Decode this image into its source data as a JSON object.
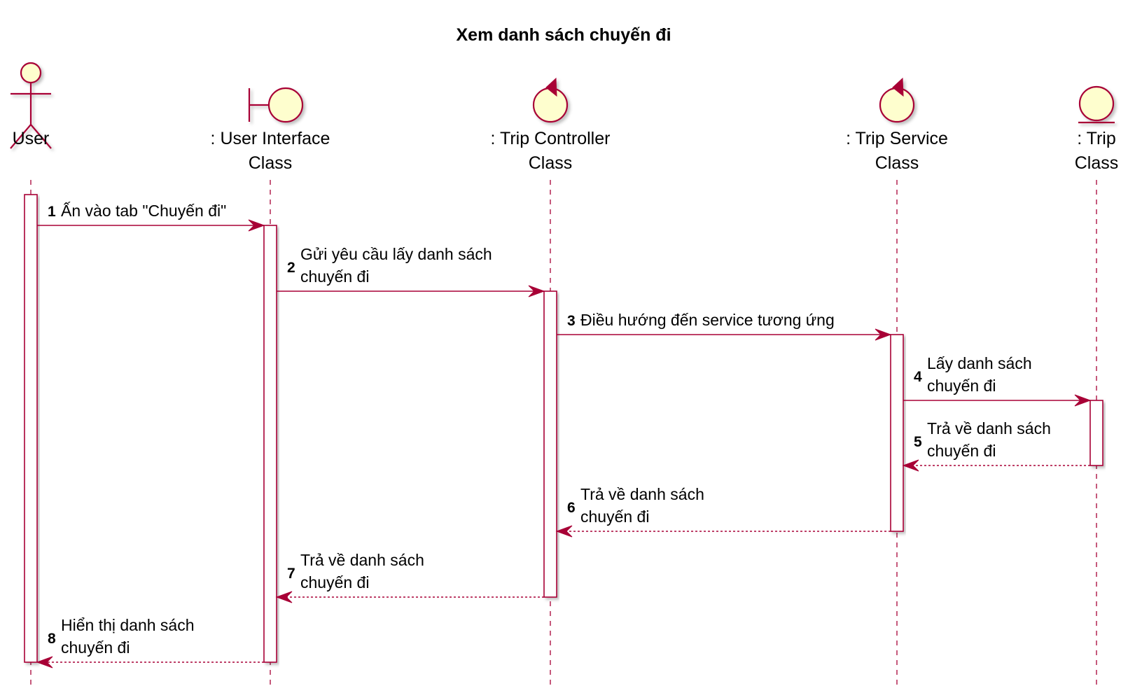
{
  "diagram": {
    "title": "Xem danh sách chuyến đi",
    "colors": {
      "line": "#A80036",
      "fill": "#FEFECE",
      "activation_fill": "#FFFFFF",
      "text": "#000000"
    },
    "participants": [
      {
        "id": "user",
        "kind": "actor-icon",
        "name_lines": [
          "User"
        ]
      },
      {
        "id": "ui",
        "kind": "boundary-icon",
        "name_lines": [
          ": User Interface",
          "Class"
        ]
      },
      {
        "id": "ctrl",
        "kind": "control-icon",
        "name_lines": [
          ": Trip Controller",
          "Class"
        ]
      },
      {
        "id": "svc",
        "kind": "control-icon",
        "name_lines": [
          ": Trip Service",
          "Class"
        ]
      },
      {
        "id": "trip",
        "kind": "entity-icon",
        "name_lines": [
          ": Trip",
          "Class"
        ]
      }
    ],
    "messages": [
      {
        "num": "1",
        "from": "user",
        "to": "ui",
        "style": "sync",
        "text_lines": [
          "Ấn vào tab \"Chuyến đi\""
        ]
      },
      {
        "num": "2",
        "from": "ui",
        "to": "ctrl",
        "style": "sync",
        "text_lines": [
          "Gửi yêu cầu lấy danh sách",
          "chuyến đi"
        ]
      },
      {
        "num": "3",
        "from": "ctrl",
        "to": "svc",
        "style": "sync",
        "text_lines": [
          "Điều hướng đến service tương ứng"
        ]
      },
      {
        "num": "4",
        "from": "svc",
        "to": "trip",
        "style": "sync",
        "text_lines": [
          "Lấy danh sách",
          "chuyến đi"
        ]
      },
      {
        "num": "5",
        "from": "trip",
        "to": "svc",
        "style": "return",
        "text_lines": [
          "Trả về danh sách",
          "chuyến đi"
        ]
      },
      {
        "num": "6",
        "from": "svc",
        "to": "ctrl",
        "style": "return",
        "text_lines": [
          "Trả về danh sách",
          "chuyến đi"
        ]
      },
      {
        "num": "7",
        "from": "ctrl",
        "to": "ui",
        "style": "return",
        "text_lines": [
          "Trả về danh sách",
          "chuyến đi"
        ]
      },
      {
        "num": "8",
        "from": "ui",
        "to": "user",
        "style": "return",
        "text_lines": [
          "Hiển thị danh sách",
          "chuyến đi"
        ]
      }
    ]
  }
}
